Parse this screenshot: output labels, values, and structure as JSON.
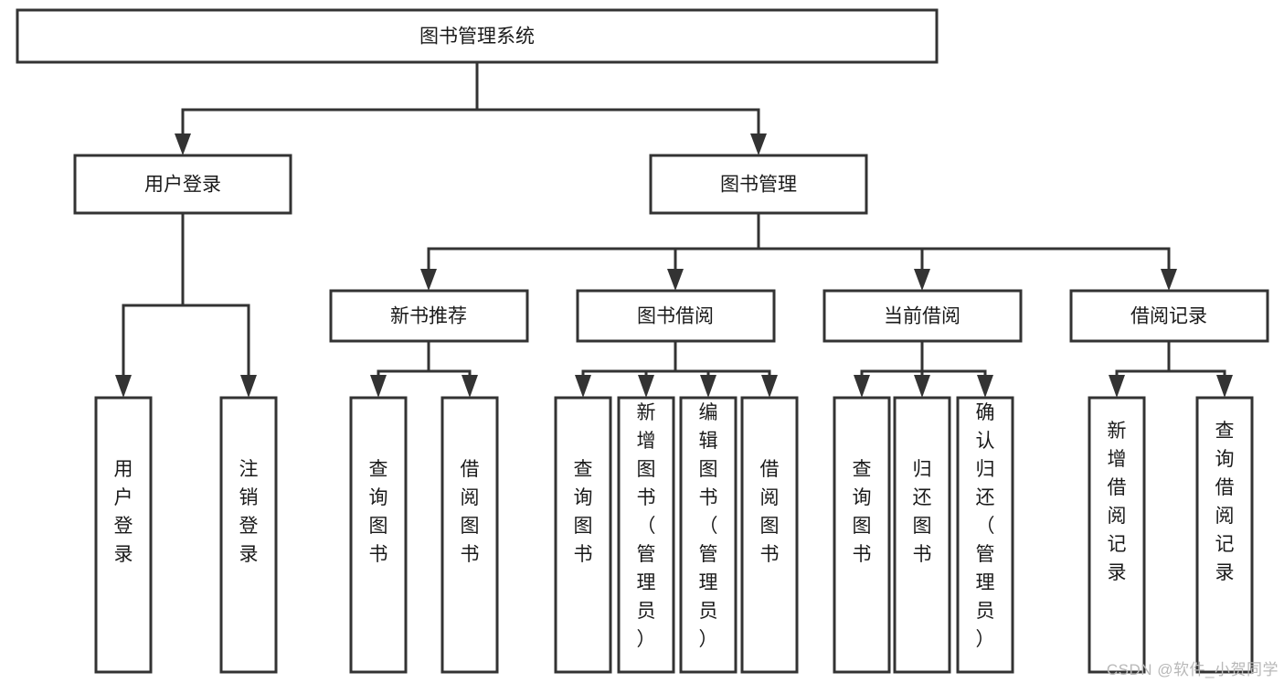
{
  "diagram": {
    "type": "tree-hierarchy-flowchart",
    "title": "图书管理系统",
    "watermark": "CSDN @软件_小贺同学",
    "colors": {
      "background": "#ffffff",
      "box_fill": "#ffffff",
      "box_stroke": "#333333",
      "text": "#1a1a1a",
      "watermark": "#b8b8b8"
    },
    "levels": [
      {
        "level": 1,
        "nodes": [
          {
            "id": "root",
            "label": "图书管理系统",
            "orientation": "horizontal"
          }
        ]
      },
      {
        "level": 2,
        "nodes": [
          {
            "id": "user-login",
            "label": "用户登录",
            "orientation": "horizontal",
            "parent": "root"
          },
          {
            "id": "book-admin",
            "label": "图书管理",
            "orientation": "horizontal",
            "parent": "root"
          }
        ]
      },
      {
        "level": 3,
        "nodes": [
          {
            "id": "new-book-rec",
            "label": "新书推荐",
            "orientation": "horizontal",
            "parent": "book-admin"
          },
          {
            "id": "book-borrow",
            "label": "图书借阅",
            "orientation": "horizontal",
            "parent": "book-admin"
          },
          {
            "id": "current-borrow",
            "label": "当前借阅",
            "orientation": "horizontal",
            "parent": "book-admin"
          },
          {
            "id": "borrow-record",
            "label": "借阅记录",
            "orientation": "horizontal",
            "parent": "book-admin"
          }
        ]
      },
      {
        "level": 4,
        "nodes": [
          {
            "id": "leaf-user-login",
            "label": "用户登录",
            "orientation": "vertical",
            "parent": "user-login"
          },
          {
            "id": "leaf-logout",
            "label": "注销登录",
            "orientation": "vertical",
            "parent": "user-login"
          },
          {
            "id": "leaf-query-book-1",
            "label": "查询图书",
            "orientation": "vertical",
            "parent": "new-book-rec"
          },
          {
            "id": "leaf-borrow-book-1",
            "label": "借阅图书",
            "orientation": "vertical",
            "parent": "new-book-rec"
          },
          {
            "id": "leaf-query-book-2",
            "label": "查询图书",
            "orientation": "vertical",
            "parent": "book-borrow"
          },
          {
            "id": "leaf-add-book",
            "label": "新增图书（管理员）",
            "orientation": "vertical",
            "parent": "book-borrow"
          },
          {
            "id": "leaf-edit-book",
            "label": "编辑图书（管理员）",
            "orientation": "vertical",
            "parent": "book-borrow"
          },
          {
            "id": "leaf-borrow-book-2",
            "label": "借阅图书",
            "orientation": "vertical",
            "parent": "book-borrow"
          },
          {
            "id": "leaf-query-book-3",
            "label": "查询图书",
            "orientation": "vertical",
            "parent": "current-borrow"
          },
          {
            "id": "leaf-return-book",
            "label": "归还图书",
            "orientation": "vertical",
            "parent": "current-borrow"
          },
          {
            "id": "leaf-confirm-return",
            "label": "确认归还（管理员）",
            "orientation": "vertical",
            "parent": "current-borrow"
          },
          {
            "id": "leaf-add-record",
            "label": "新增借阅记录",
            "orientation": "vertical",
            "parent": "borrow-record"
          },
          {
            "id": "leaf-query-record",
            "label": "查询借阅记录",
            "orientation": "vertical",
            "parent": "borrow-record"
          }
        ]
      }
    ]
  }
}
